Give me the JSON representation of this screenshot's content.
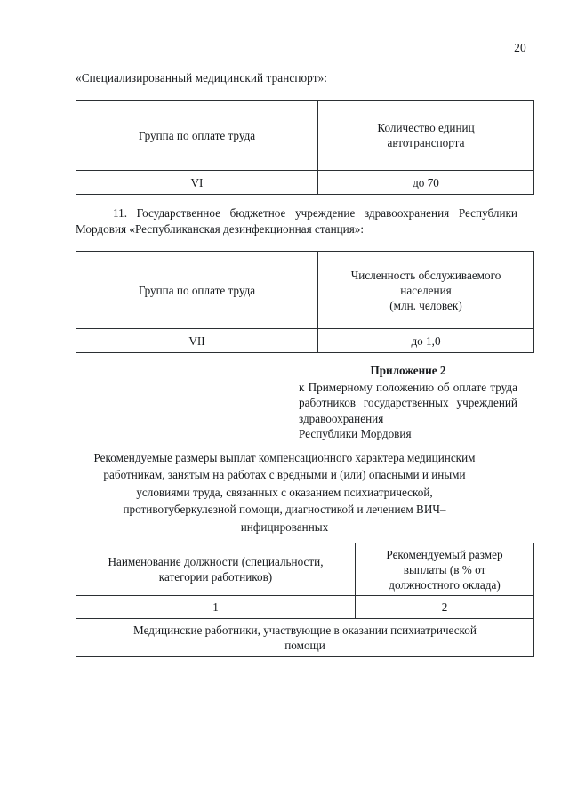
{
  "page": {
    "number": "20"
  },
  "intro": {
    "quoted_heading": "«Специализированный медицинский транспорт»:"
  },
  "table_transport": {
    "headers": {
      "col1": "Группа по оплате труда",
      "col2_line1": "Количество единиц",
      "col2_line2": "автотранспорта"
    },
    "rows": [
      {
        "col1": "VI",
        "col2": "до 70"
      }
    ]
  },
  "paragraph_11": {
    "number": "11.",
    "line1": "Государственное бюджетное учреждение здравоохранения",
    "line2": "Республики Мордовия «Республиканская дезинфекционная станция»:",
    "full": "11.  Государственное бюджетное учреждение здравоохранения Республики Мордовия «Республиканская дезинфекционная станция»:"
  },
  "table_population": {
    "headers": {
      "col1": "Группа по оплате труда",
      "col2_line1": "Численность обслуживаемого",
      "col2_line2": "населения",
      "col2_line3": "(млн. человек)"
    },
    "rows": [
      {
        "col1": "VII",
        "col2": "до 1,0"
      }
    ]
  },
  "appendix": {
    "title": "Приложение 2",
    "body_line1": "к Примерному положению об оплате",
    "body_line2": "труда работников государственных",
    "body_line3": "учреждений здравоохранения",
    "body_line4": "Республики Мордовия",
    "body_full": "к Примерному положению об оплате труда работников государственных учреждений здравоохранения"
  },
  "center_heading": {
    "line1": "Рекомендуемые размеры выплат компенсационного характера медицинским",
    "line2": "работникам, занятым на работах с вредными и (или) опасными и иными",
    "line3": "условиями труда, связанных с оказанием психиатрической,",
    "line4": "противотуберкулезной помощи, диагностикой и лечением ВИЧ–",
    "line5": "инфицированных"
  },
  "table_payments": {
    "headers": {
      "col1_line1": "Наименование должности (специальности,",
      "col1_line2": "категории работников)",
      "col2_line1": "Рекомендуемый размер",
      "col2_line2": "выплаты (в % от",
      "col2_line3": "должностного оклада)"
    },
    "numbering": {
      "col1": "1",
      "col2": "2"
    },
    "section_row": {
      "line1": "Медицинские работники, участвующие в оказании психиатрической",
      "line2": "помощи"
    }
  }
}
